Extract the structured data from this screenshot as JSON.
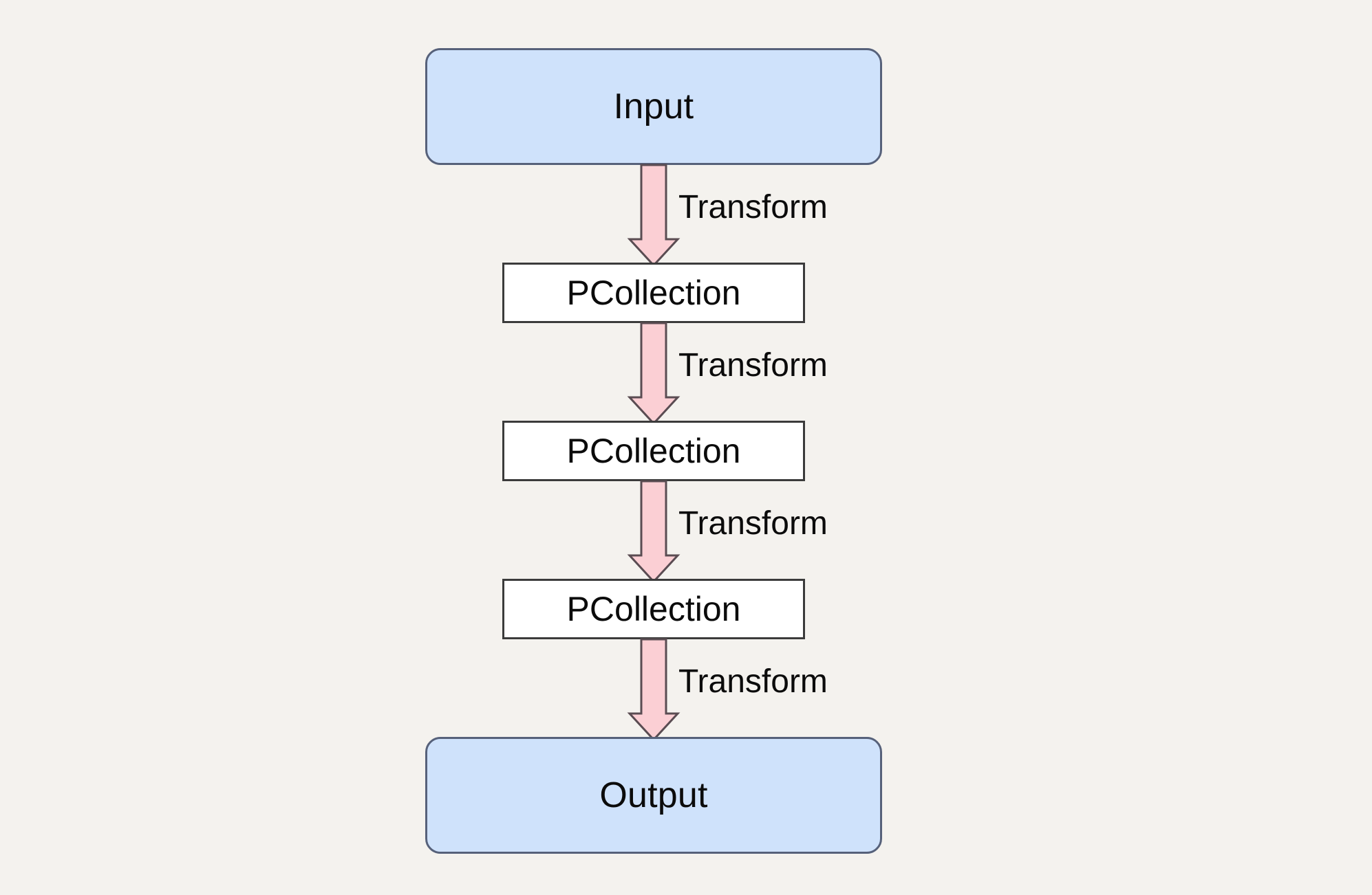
{
  "diagram": {
    "type": "flowchart",
    "orientation": "top-to-bottom",
    "background_color": "#f4f2ee",
    "nodes": [
      {
        "id": "input",
        "label": "Input",
        "shape": "rounded-rectangle",
        "fill_color": "#cfe2fb",
        "stroke_color": "#56617a"
      },
      {
        "id": "pcollection-1",
        "label": "PCollection",
        "shape": "rectangle",
        "fill_color": "#ffffff",
        "stroke_color": "#3b3b3b"
      },
      {
        "id": "pcollection-2",
        "label": "PCollection",
        "shape": "rectangle",
        "fill_color": "#ffffff",
        "stroke_color": "#3b3b3b"
      },
      {
        "id": "pcollection-3",
        "label": "PCollection",
        "shape": "rectangle",
        "fill_color": "#ffffff",
        "stroke_color": "#3b3b3b"
      },
      {
        "id": "output",
        "label": "Output",
        "shape": "rounded-rectangle",
        "fill_color": "#cfe2fb",
        "stroke_color": "#56617a"
      }
    ],
    "edges": [
      {
        "id": "edge-1",
        "from": "input",
        "to": "pcollection-1",
        "label": "Transform",
        "arrow_style": "block-arrow-down",
        "fill_color": "#fbcfd4",
        "stroke_color": "#5a4c52"
      },
      {
        "id": "edge-2",
        "from": "pcollection-1",
        "to": "pcollection-2",
        "label": "Transform",
        "arrow_style": "block-arrow-down",
        "fill_color": "#fbcfd4",
        "stroke_color": "#5a4c52"
      },
      {
        "id": "edge-3",
        "from": "pcollection-2",
        "to": "pcollection-3",
        "label": "Transform",
        "arrow_style": "block-arrow-down",
        "fill_color": "#fbcfd4",
        "stroke_color": "#5a4c52"
      },
      {
        "id": "edge-4",
        "from": "pcollection-3",
        "to": "output",
        "label": "Transform",
        "arrow_style": "block-arrow-down",
        "fill_color": "#fbcfd4",
        "stroke_color": "#5a4c52"
      }
    ]
  }
}
